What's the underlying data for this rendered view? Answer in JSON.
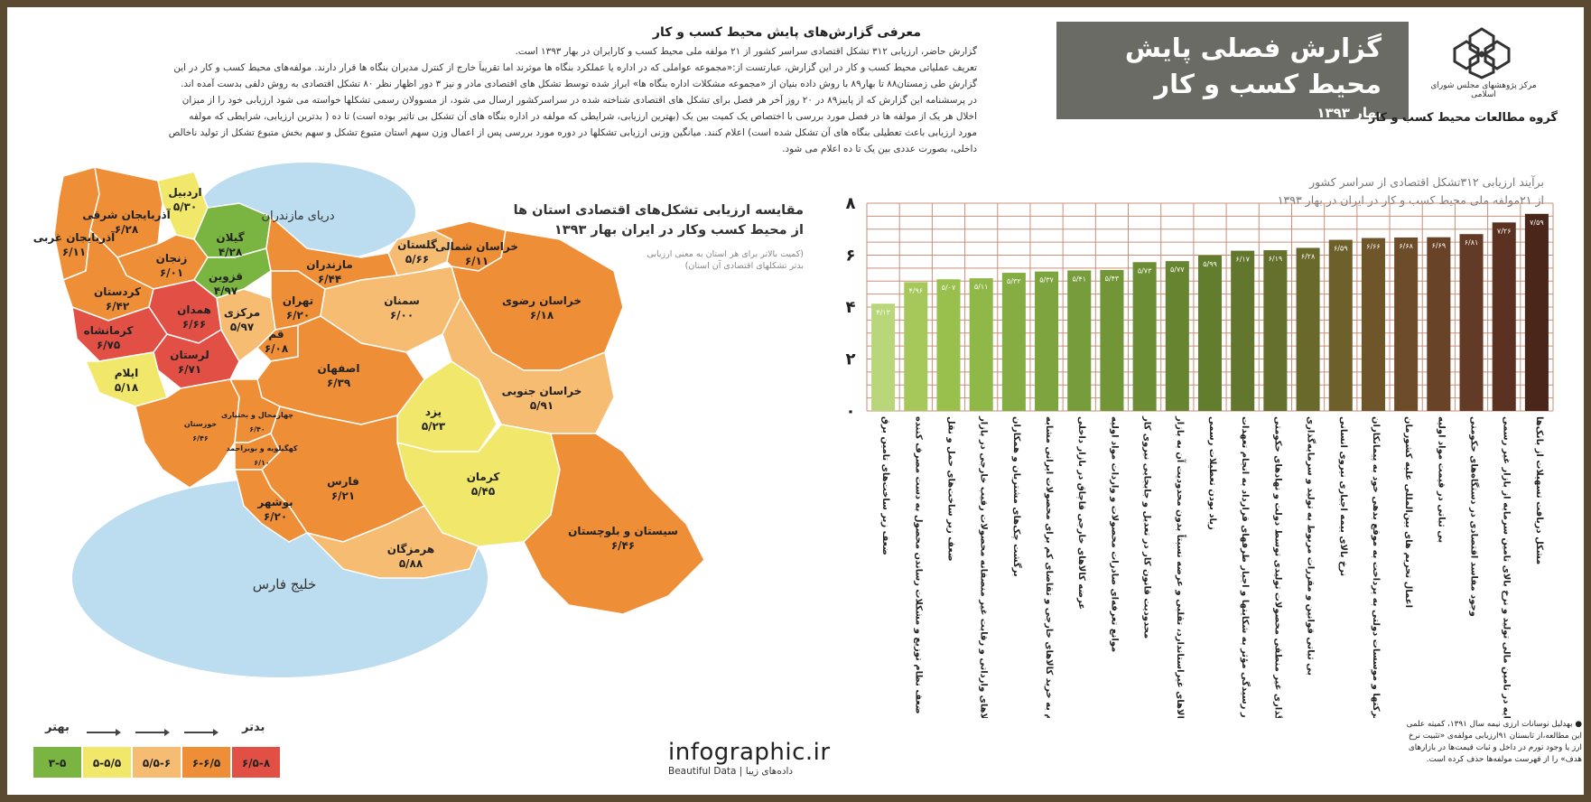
{
  "intro": {
    "title": "معرفی گزارش‌های پایش محیط کسب و کار",
    "paragraphs": [
      "گزارش حاضر، ارزیابی ۳۱۲ تشکل اقتصادی سراسر کشور از ۲۱ مولفه ملی محیط کسب و کارایران در بهار ۱۳۹۳ است.",
      "تعریف عملیاتی محیط کسب و کار در این گزارش، عبارتست از:«مجموعه عواملی که در اداره یا عملکرد بنگاه ها موثرند اما تقریباً خارج از کنترل مدیران بنگاه ها قرار دارند. مولفه‌های محیط کسب و کار در این",
      "گزارش طی زمستان۸۸ تا بهار۸۹ با روش داده بنیان از «مجموعه مشکلات اداره بنگاه ها» ابراز شده توسط تشکل های اقتصادی مادر و نیز ۳ دور اظهار نظر ۸۰ تشکل اقتصادی به روش دلفی بدست آمده اند.",
      "در پرسشنامه این گزارش که از پاییز۸۹ در ۲۰ روز آخر هر فصل برای تشکل های اقتصادی شناخته شده در سراسرکشور ارسال می شود، از مسوولان رسمی تشکلها خواسته می شود ارزیابی خود را از میزان",
      "اخلال هر یک از مولفه ها در فصل مورد بررسی با اختصاص یک کمیت بین یک (بهترین ارزیابی، شرایطی که مولفه در اداره بنگاه های آن تشکل بی تاثیر بوده است) تا ده ( بدترین ارزیابی، شرایطی که مولفه",
      "مورد ارزیابی باعث تعطیلی بنگاه های آن تشکل شده است) اعلام کنند. میانگین وزنی ارزیابی تشکلها در دوره مورد بررسی پس از اعمال وزن سهم استان متبوع تشکل و سهم بخش متبوع تشکل از تولید ناخالص",
      "داخلی، بصورت عددی بین یک تا ده اعلام می شود."
    ]
  },
  "banner": {
    "line1": "گزارش فصلی پایش",
    "line2": "محیط کسب و کار",
    "line3": "بهار ۱۳۹۳"
  },
  "logo_caption": "مرکز پژوهشهای مجلس شورای اسلامی",
  "group_label": "گروه مطالعات محیط کسب و کار",
  "chart_subtitle": [
    "برآیند ارزیابی ۳۱۲تشکل اقتصادی از سراسر کشور",
    "از ۲۱مولفه ملی محیط کسب و کار در ایران در بهار ۱۳۹۳"
  ],
  "map": {
    "title": [
      "مقایسه ارزیابی تشکل‌های اقتصادی استان ها",
      "از محیط کسب وکار در ایران بهار ۱۳۹۳"
    ],
    "note": [
      "(کمیت بالاتر برای هر استان به معنی ارزیابی",
      "بدتر تشکلهای اقتصادی آن استان)"
    ],
    "sea_caspian": "دریای مازندران",
    "sea_gulf": "خلیج فارس",
    "provinces": [
      {
        "name": "آذربایجان غربی",
        "value": "۶/۱۱",
        "color": "#ee8f38"
      },
      {
        "name": "آذربایجان شرقی",
        "value": "۶/۲۸",
        "color": "#ee8f38"
      },
      {
        "name": "اردبیل",
        "value": "۵/۳۰",
        "color": "#f1e76a"
      },
      {
        "name": "گیلان",
        "value": "۴/۲۸",
        "color": "#7ab541"
      },
      {
        "name": "زنجان",
        "value": "۶/۰۱",
        "color": "#ee8f38"
      },
      {
        "name": "قزوین",
        "value": "۴/۹۷",
        "color": "#7ab541"
      },
      {
        "name": "کردستان",
        "value": "۶/۴۲",
        "color": "#ee8f38"
      },
      {
        "name": "همدان",
        "value": "۶/۶۶",
        "color": "#e25045"
      },
      {
        "name": "کرمانشاه",
        "value": "۶/۷۵",
        "color": "#e25045"
      },
      {
        "name": "لرستان",
        "value": "۶/۷۱",
        "color": "#e25045"
      },
      {
        "name": "ایلام",
        "value": "۵/۱۸",
        "color": "#f1e76a"
      },
      {
        "name": "مرکزی",
        "value": "۵/۹۷",
        "color": "#f6bc72"
      },
      {
        "name": "قم",
        "value": "۶/۰۸",
        "color": "#ee8f38"
      },
      {
        "name": "تهران",
        "value": "۶/۲۰",
        "color": "#ee8f38"
      },
      {
        "name": "مازندران",
        "value": "۶/۴۴",
        "color": "#ee8f38"
      },
      {
        "name": "گلستان",
        "value": "۵/۶۶",
        "color": "#f6bc72"
      },
      {
        "name": "خراسان شمالی",
        "value": "۶/۱۱",
        "color": "#ee8f38"
      },
      {
        "name": "سمنان",
        "value": "۶/۰۰",
        "color": "#f6bc72"
      },
      {
        "name": "خراسان رضوی",
        "value": "۶/۱۸",
        "color": "#ee8f38"
      },
      {
        "name": "اصفهان",
        "value": "۶/۳۹",
        "color": "#ee8f38"
      },
      {
        "name": "خوزستان",
        "value": "۶/۴۶",
        "color": "#ee8f38"
      },
      {
        "name": "چهارمحال و بختیاری",
        "value": "۶/۴۰",
        "color": "#ee8f38"
      },
      {
        "name": "کهگیلویه و بویراحمد",
        "value": "۶/۱۰",
        "color": "#ee8f38"
      },
      {
        "name": "یزد",
        "value": "۵/۲۳",
        "color": "#f1e76a"
      },
      {
        "name": "خراسان جنوبی",
        "value": "۵/۹۱",
        "color": "#f6bc72"
      },
      {
        "name": "کرمان",
        "value": "۵/۴۵",
        "color": "#f1e76a"
      },
      {
        "name": "فارس",
        "value": "۶/۲۱",
        "color": "#ee8f38"
      },
      {
        "name": "بوشهر",
        "value": "۶/۲۰",
        "color": "#ee8f38"
      },
      {
        "name": "هرمزگان",
        "value": "۵/۸۸",
        "color": "#f6bc72"
      },
      {
        "name": "سیستان و بلوچستان",
        "value": "۶/۴۶",
        "color": "#ee8f38"
      }
    ]
  },
  "legend": {
    "best": "بهتر",
    "worst": "بدتر",
    "bins": [
      {
        "label": "۳-۵",
        "color": "#7ab541"
      },
      {
        "label": "۵-۵/۵",
        "color": "#f1e76a"
      },
      {
        "label": "۵/۵-۶",
        "color": "#f6bc72"
      },
      {
        "label": "۶-۶/۵",
        "color": "#ee8f38"
      },
      {
        "label": "۶/۵-۸",
        "color": "#e25045"
      }
    ]
  },
  "brand": "infographic.ir",
  "brand_sub": "Beautiful Data | داده‌های زیبا",
  "footnote": [
    "● بهدلیل نوسانات ارزی نیمه سال ۱۳۹۱، کمیته علمی",
    "این مطالعه،از تابستان ۹۱ارزیابی مولفه‌ی «تثبیت نرخ",
    "ارز یا وجود تورم در داخل و ثبات قیمت‌ها در بازارهای",
    "هدف» را از فهرست مولفه‌ها حذف کرده است."
  ],
  "chart_data": {
    "type": "bar",
    "title": "",
    "xlabel": "",
    "ylabel": "",
    "ylim": [
      0,
      8
    ],
    "yticks": [
      "۸",
      "۶",
      "۴",
      "۲",
      "۰"
    ],
    "categories": [
      "ضعف زیر ساخت‌های تامین برق",
      "ضعف نظام توزیع و مشکلات رساندن محصول به دست مصرف کننده",
      "ضعف زیر ساخت‌های حمل و نقل",
      "عرضه پایین کالاهای وارداتی و رقابت غیر منصفانه محصولات رقیب خارجی در بازار",
      "برگشت چک‌های مشتریان و همکاران",
      "تمایل مردم به خرید کالاهای خارجی و تقاضای کم برای محصولات ایرانی مشابه",
      "عرضه کالاهای خارجی قاچاق در بازار داخلی",
      "موانع تعرفه‌ای صادرات محصولات و واردات مواد اولیه",
      "محدودیت قانون کار در تعدیل و جابجایی نیروی کار",
      "تولید کالاهای غیراستاندارد، تقلبی و عرضه نسبتاً بدون محدودیت آن به بازار",
      "زیاد بودن تعطیلات رسمی",
      "عدم دادوستدها در رسیدگی مؤثر به شکایتها و اجبار طرفهای قرارداد به انجام تعهدات",
      "قیمت‌گذاری غیر منطقی محصولات تولیدی توسط دولت و نهادهای حکومتی",
      "بی ثباتی قوانین و مقررات مربوط به تولید و سرمایه‌گذاری",
      "نرخ بالای بیمه اجباری نیروی انسانی",
      "بی تعهدی شرکتها و موسسات دولتی به پرداخت به موقع بدهی خود به پیمانکاران",
      "اعمال تحریم های بین‌المللی علیه کشورمان",
      "بی ثباتی در قیمت مواد اولیه",
      "وجود مفاسد اقتصادی در دستگاه‌های حکومتی",
      "ضعف بازار سرمایه در تامین مالی تولید و نرخ بالای تامین سرمایه از بازار غیر رسمی",
      "مشکل دریافت تسهیلات از بانک‌ها"
    ],
    "value_labels": [
      "۴/۱۳",
      "۴/۹۶",
      "۵/۰۷",
      "۵/۱۱",
      "۵/۳۲",
      "۵/۳۷",
      "۵/۴۱",
      "۵/۴۳",
      "۵/۷۳",
      "۵/۷۷",
      "۵/۹۹",
      "۶/۱۷",
      "۶/۱۹",
      "۶/۲۸",
      "۶/۵۹",
      "۶/۶۶",
      "۶/۶۸",
      "۶/۶۹",
      "۶/۸۱",
      "۷/۲۶",
      "۷/۵۹"
    ],
    "values": [
      4.13,
      4.96,
      5.07,
      5.11,
      5.32,
      5.37,
      5.41,
      5.43,
      5.73,
      5.77,
      5.99,
      6.17,
      6.19,
      6.28,
      6.59,
      6.66,
      6.68,
      6.69,
      6.81,
      7.26,
      7.59
    ],
    "bar_colors": [
      "#b9d67a",
      "#a6c85a",
      "#99bf4d",
      "#90b848",
      "#86ad43",
      "#7ea43f",
      "#779c3b",
      "#719537",
      "#6c8d33",
      "#678530",
      "#637d2e",
      "#62772d",
      "#66702d",
      "#6a692c",
      "#6d602b",
      "#6e562a",
      "#6c4c29",
      "#694327",
      "#633a25",
      "#5b3122",
      "#4a2519"
    ],
    "grid": true,
    "grid_color": "#c98f7a"
  }
}
